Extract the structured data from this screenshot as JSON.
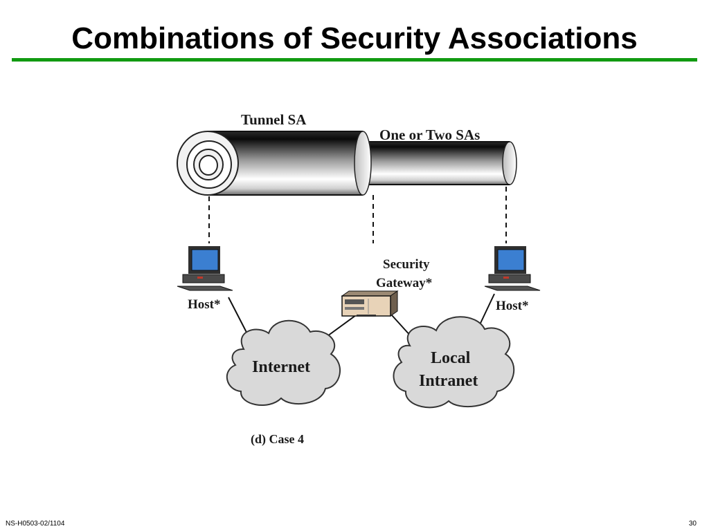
{
  "slide": {
    "title": "Combinations of Security Associations",
    "footer_left": "NS-H0503-02/1104",
    "page_number": "30"
  },
  "diagram": {
    "tunnel_label": "Tunnel SA",
    "inner_label": "One or Two SAs",
    "host_left_label": "Host*",
    "host_right_label": "Host*",
    "gateway_label_line1": "Security",
    "gateway_label_line2": "Gateway*",
    "cloud_internet_label": "Internet",
    "cloud_intranet_line1": "Local",
    "cloud_intranet_line2": "Intranet",
    "caption": "(d) Case 4"
  },
  "colors": {
    "title_rule": "#119a11",
    "monitor_screen": "#3b7fd1",
    "cloud_fill": "#d9d9d9",
    "gateway_fill": "#e8d3b8"
  }
}
